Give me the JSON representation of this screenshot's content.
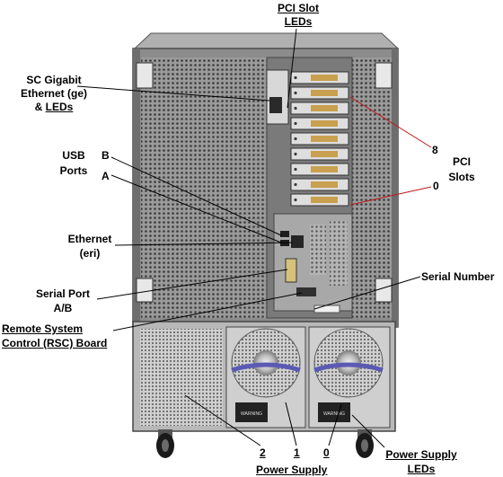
{
  "labels": {
    "pci_slot_leds_1": "PCI Slot",
    "pci_slot_leds_2": "LEDs",
    "sc_gigabit_1": "SC Gigabit",
    "sc_gigabit_2": "Ethernet (ge)",
    "sc_gigabit_3a": "& ",
    "sc_gigabit_3b": "LEDs",
    "usb_1": "USB",
    "usb_2": "Ports",
    "usb_b": "B",
    "usb_a": "A",
    "pci_slots_1": "PCI",
    "pci_slots_2": "Slots",
    "pci_8": "8",
    "pci_0": "0",
    "ethernet_1": "Ethernet",
    "ethernet_2": "(eri)",
    "serial_port_1": "Serial Port",
    "serial_port_2": "A/B",
    "serial_number": "Serial Number",
    "rsc_1": "Remote System",
    "rsc_2": "Control (RSC) Board",
    "psu_2": "2",
    "psu_1": "1",
    "psu_0": "0",
    "power_supply": "Power Supply",
    "psu_leds_1": "Power Supply",
    "psu_leds_2": "LEDs",
    "psu_panel_text": "WARNING"
  },
  "colors": {
    "chassis": "#8c8c8c",
    "chassis_dark": "#4a4a4a",
    "leader_line": "#c01818",
    "fan_guard": "#5a5ab4",
    "pci_card": "#c8a050",
    "label_text": "#000000"
  }
}
